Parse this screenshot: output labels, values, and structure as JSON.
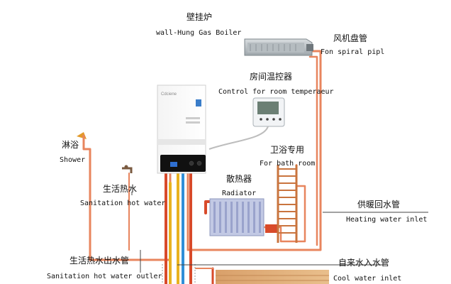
{
  "labels": {
    "boiler_cn": "壁挂炉",
    "boiler_en": "wall-Hung Gas Boiler",
    "fan_coil_cn": "风机盘管",
    "fan_coil_en": "Fon spiral pipl",
    "thermostat_cn": "房间温控器",
    "thermostat_en": "Control for room temperaeur",
    "shower_cn": "淋浴",
    "shower_en": "Shower",
    "bathroom_cn": "卫浴专用",
    "bathroom_en": "For bath room",
    "radiator_cn": "散热器",
    "radiator_en": "Radiator",
    "sanitation_hot_cn": "生活热水",
    "sanitation_hot_en": "Sanitation hot water",
    "heating_inlet_cn": "供暖回水管",
    "heating_inlet_en": "Heating water inlet",
    "sanitation_outlet_cn": "生活热水出水管",
    "sanitation_outlet_en": "Sanitation hot water outler",
    "cool_inlet_cn": "自来水入水管",
    "cool_inlet_en": "Cool water inlet"
  },
  "boiler_brand": "Cdciene",
  "colors": {
    "pipe_hot": "#e8855e",
    "pipe_red": "#d84a2a",
    "pipe_yellow": "#e8b220",
    "pipe_blue": "#2f8fd8",
    "leader_line": "#444444",
    "radiator_body": "#c2c9e4",
    "towel_rail": "#c9743e",
    "boiler_panel": "#111111"
  }
}
